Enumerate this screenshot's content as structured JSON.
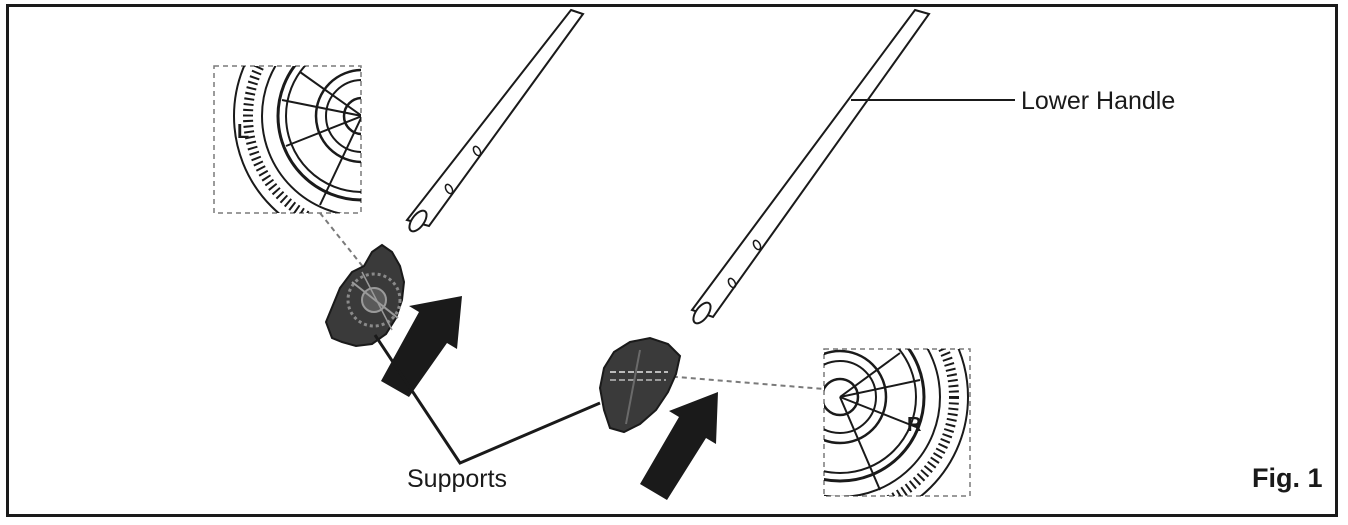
{
  "labels": {
    "lower_handle": "Lower Handle",
    "supports": "Supports",
    "figure": "Fig. 1"
  },
  "inset_marks": {
    "left": "L",
    "right": "R"
  },
  "colors": {
    "line": "#1a1a1a",
    "dashed": "#7a7a7a",
    "part": "#3a3a3a",
    "background": "#ffffff"
  }
}
